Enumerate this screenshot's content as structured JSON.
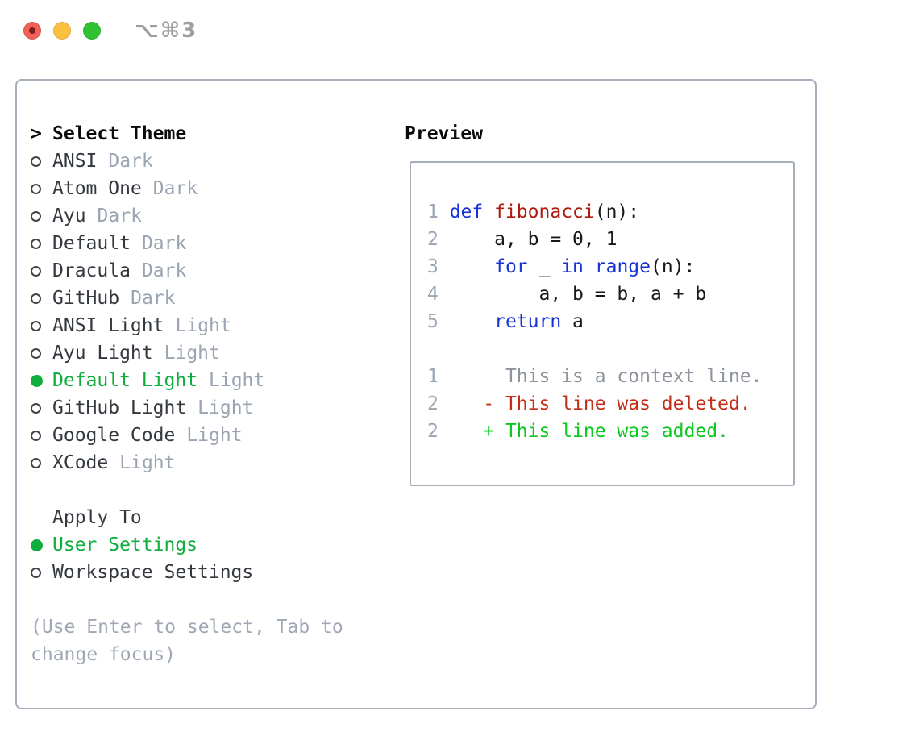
{
  "titlebar": {
    "hotkey": "⌥⌘3"
  },
  "theme_panel": {
    "header": {
      "marker": ">",
      "label": "Select Theme"
    },
    "themes": [
      {
        "name": "ANSI",
        "variant": "Dark",
        "selected": false
      },
      {
        "name": "Atom One",
        "variant": "Dark",
        "selected": false
      },
      {
        "name": "Ayu",
        "variant": "Dark",
        "selected": false
      },
      {
        "name": "Default",
        "variant": "Dark",
        "selected": false
      },
      {
        "name": "Dracula",
        "variant": "Dark",
        "selected": false
      },
      {
        "name": "GitHub",
        "variant": "Dark",
        "selected": false
      },
      {
        "name": "ANSI Light",
        "variant": "Light",
        "selected": false
      },
      {
        "name": "Ayu Light",
        "variant": "Light",
        "selected": false
      },
      {
        "name": "Default Light",
        "variant": "Light",
        "selected": true
      },
      {
        "name": "GitHub Light",
        "variant": "Light",
        "selected": false
      },
      {
        "name": "Google Code",
        "variant": "Light",
        "selected": false
      },
      {
        "name": "XCode",
        "variant": "Light",
        "selected": false
      }
    ],
    "apply_to": {
      "label": "Apply To",
      "options": [
        {
          "name": "User Settings",
          "selected": true
        },
        {
          "name": "Workspace Settings",
          "selected": false
        }
      ]
    },
    "hint": "(Use Enter to select, Tab to change focus)"
  },
  "preview": {
    "label": "Preview",
    "code_lines": [
      [
        [
          "num",
          "1 "
        ],
        [
          "kw",
          "def"
        ],
        [
          "pl",
          " "
        ],
        [
          "fn",
          "fibonacci"
        ],
        [
          "pl",
          "(n):"
        ]
      ],
      [
        [
          "num",
          "2 "
        ],
        [
          "pl",
          "    a, b = 0, 1"
        ]
      ],
      [
        [
          "num",
          "3 "
        ],
        [
          "pl",
          "    "
        ],
        [
          "kw",
          "for"
        ],
        [
          "pl",
          " _ "
        ],
        [
          "kw",
          "in"
        ],
        [
          "pl",
          " "
        ],
        [
          "kw",
          "range"
        ],
        [
          "pl",
          "(n):"
        ]
      ],
      [
        [
          "num",
          "4 "
        ],
        [
          "pl",
          "        a, b = b, a + b"
        ]
      ],
      [
        [
          "num",
          "5 "
        ],
        [
          "pl",
          "    "
        ],
        [
          "kw",
          "return"
        ],
        [
          "pl",
          " a"
        ]
      ],
      [],
      [
        [
          "num",
          "1 "
        ],
        [
          "ctx",
          "     This is a context line."
        ]
      ],
      [
        [
          "num",
          "2 "
        ],
        [
          "del",
          "   - This line was deleted."
        ]
      ],
      [
        [
          "num",
          "2 "
        ],
        [
          "add",
          "   + This line was added."
        ]
      ]
    ]
  },
  "colors": {
    "border": "#a6aeb9",
    "text": "#34393f",
    "header": "#0a0a0a",
    "muted": "#9aa4b2",
    "hint": "#9fa8b4",
    "linenum": "#9aa5b4",
    "context": "#8d949e",
    "keyword": "#1733d6",
    "function": "#ae1c10",
    "deleted": "#c42d18",
    "added": "#0cc71e",
    "selected-green": "#0fad3e",
    "circle": "#3f444b",
    "code-plain": "#17181a",
    "hotkey": "#9c9ea1",
    "light-red": "#f2605a",
    "light-red-dot": "#7c2016",
    "light-yellow": "#fbbf3f",
    "light-green": "#2fc334"
  }
}
